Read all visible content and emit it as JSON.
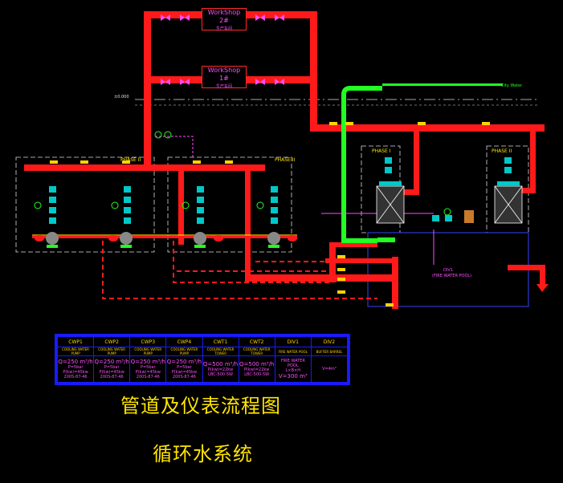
{
  "workshops": [
    {
      "name": "WorkShop 2#",
      "sub": "生产车间"
    },
    {
      "name": "WorkShop 1#",
      "sub": "生产车间"
    }
  ],
  "phases": {
    "phase2_left": "PHASE II",
    "phase2_right": "PHASE II",
    "phase1": "PHASE I",
    "phase2_tower": "PHASE II"
  },
  "labels": {
    "city_water": "City Water",
    "fire_pool": "DIV1",
    "fire_pool_sub": "(FIRE WATER POOL)",
    "ground": "±0.000"
  },
  "equipment_table": {
    "headers": [
      "CWP1",
      "CWP2",
      "CWP3",
      "CWP4",
      "CWT1",
      "CWT2",
      "DIV1",
      "DIV2"
    ],
    "types": [
      "COOLING WATER PUMP",
      "COOLING WATER PUMP",
      "COOLING WATER PUMP",
      "COOLING WATER PUMP",
      "COOLING WATER TOWER",
      "COOLING WATER TOWER",
      "FIRE WATER POOL",
      "BUFFER BARREL"
    ],
    "cells": [
      {
        "main": "Q=250 m³/h",
        "sub1": "P=5bar",
        "sub2": "P(kw)=45kw",
        "sub3": "200S-87-46"
      },
      {
        "main": "Q=250 m³/h",
        "sub1": "P=5bar",
        "sub2": "P(kw)=45kw",
        "sub3": "200S-87-46"
      },
      {
        "main": "Q=250 m³/h",
        "sub1": "P=5bar",
        "sub2": "P(kw)=45kw",
        "sub3": "200S-87-46"
      },
      {
        "main": "Q=250 m³/h",
        "sub1": "P=5bar",
        "sub2": "P(kw)=45kw",
        "sub3": "200S-87-46"
      },
      {
        "main": "Q=500 m³/h",
        "sub1": "P(kw)=22kw",
        "sub2": "LBC-500-5W",
        "sub3": ""
      },
      {
        "main": "Q=500 m³/h",
        "sub1": "P(kw)=22kw",
        "sub2": "LBC-500-5W",
        "sub3": ""
      },
      {
        "main": "FIRE WATER POOL",
        "sub1": "L×B×H",
        "sub2": "V=300 m³",
        "sub3": ""
      },
      {
        "main": "V=4m³",
        "sub1": "",
        "sub2": "",
        "sub3": ""
      }
    ]
  },
  "title_line1": "管道及仪表流程图",
  "title_line2": "循环水系统",
  "colors": {
    "pipe_supply": "#ff1a1a",
    "pipe_makeup": "#22ff22",
    "instrument": "#00e5e5",
    "label": "#ff4dff",
    "frame": "#1a1aff",
    "title": "#ffe400"
  }
}
